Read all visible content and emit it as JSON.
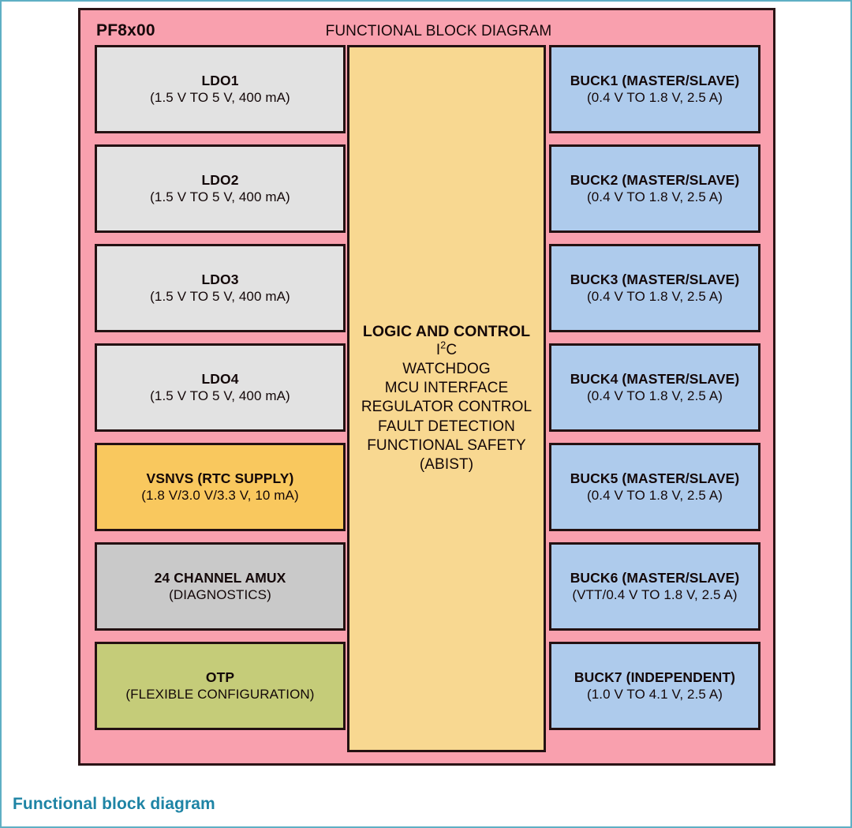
{
  "figure": {
    "caption": "Functional block diagram",
    "caption_color": "#1E84A5",
    "frame_color": "#5FAFC4"
  },
  "chip": {
    "part_name": "PF8x00",
    "diagram_heading": "FUNCTIONAL BLOCK DIAGRAM",
    "body_color": "#F9A0AE",
    "outline_color": "#231112"
  },
  "left_column": {
    "blocks": [
      {
        "title": "LDO1",
        "subtitle": "(1.5 V TO 5 V, 400 mA)",
        "fill": "#E2E2E2"
      },
      {
        "title": "LDO2",
        "subtitle": "(1.5 V TO 5 V, 400 mA)",
        "fill": "#E2E2E2"
      },
      {
        "title": "LDO3",
        "subtitle": "(1.5 V TO 5 V, 400 mA)",
        "fill": "#E2E2E2"
      },
      {
        "title": "LDO4",
        "subtitle": "(1.5 V TO 5 V, 400 mA)",
        "fill": "#E2E2E2"
      },
      {
        "title": "VSNVS (RTC SUPPLY)",
        "subtitle": "(1.8 V/3.0 V/3.3 V, 10 mA)",
        "fill": "#F9C85E"
      },
      {
        "title": "24 CHANNEL AMUX",
        "subtitle": "(DIAGNOSTICS)",
        "fill": "#C9C9C9"
      },
      {
        "title": "OTP",
        "subtitle": "(FLEXIBLE CONFIGURATION)",
        "fill": "#C5CC79"
      }
    ]
  },
  "center_block": {
    "fill": "#F8D891",
    "title": "LOGIC AND CONTROL",
    "lines": [
      "I2C",
      "WATCHDOG",
      "MCU INTERFACE",
      "REGULATOR CONTROL",
      "FAULT DETECTION",
      "FUNCTIONAL SAFETY",
      "(ABIST)"
    ],
    "i2c_base": "I",
    "i2c_sup": "2",
    "i2c_tail": "C"
  },
  "right_column": {
    "blocks": [
      {
        "title": "BUCK1 (MASTER/SLAVE)",
        "subtitle": "(0.4 V TO 1.8 V, 2.5 A)",
        "fill": "#AECBEC"
      },
      {
        "title": "BUCK2 (MASTER/SLAVE)",
        "subtitle": "(0.4 V TO 1.8 V, 2.5 A)",
        "fill": "#AECBEC"
      },
      {
        "title": "BUCK3 (MASTER/SLAVE)",
        "subtitle": "(0.4 V TO 1.8 V, 2.5 A)",
        "fill": "#AECBEC"
      },
      {
        "title": "BUCK4 (MASTER/SLAVE)",
        "subtitle": "(0.4 V TO 1.8 V, 2.5 A)",
        "fill": "#AECBEC"
      },
      {
        "title": "BUCK5 (MASTER/SLAVE)",
        "subtitle": "(0.4 V TO 1.8 V, 2.5 A)",
        "fill": "#AECBEC"
      },
      {
        "title": "BUCK6 (MASTER/SLAVE)",
        "subtitle": "(VTT/0.4 V TO 1.8 V, 2.5 A)",
        "fill": "#AECBEC"
      },
      {
        "title": "BUCK7 (INDEPENDENT)",
        "subtitle": "(1.0 V TO 4.1 V, 2.5 A)",
        "fill": "#AECBEC"
      }
    ]
  }
}
